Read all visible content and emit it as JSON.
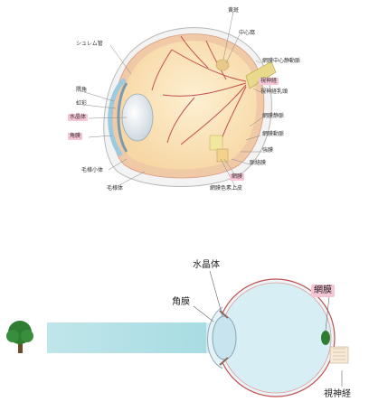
{
  "top_diagram": {
    "labels": {
      "macula": "黄斑",
      "fovea": "中心窩",
      "central_retinal_vein": "網膜中心静動脈",
      "optic_nerve": "視神経",
      "optic_disc": "視神経乳頭",
      "schlemm_canal": "シュレム管",
      "angle": "隅角",
      "iris": "虹彩",
      "lens": "水晶体",
      "cornea": "角膜",
      "retinal_vein": "網膜静脈",
      "retinal_artery": "網膜動脈",
      "sclera": "強膜",
      "choroid": "脈絡膜",
      "retina": "網膜",
      "rpe": "網膜色素上皮",
      "zonule": "毛様小体",
      "ciliary_body": "毛様体"
    }
  },
  "bottom_diagram": {
    "labels": {
      "lens": "水晶体",
      "cornea": "角膜",
      "retina": "網膜",
      "optic_nerve": "視神経"
    }
  },
  "colors": {
    "highlight": "#f7c6d6",
    "light_beam": "#bfe6ea",
    "eye_fluid": "#d8eef5",
    "vitreous_top": "#fbe3b8",
    "vessel": "#c0504d",
    "tree": "#2e7d32"
  }
}
